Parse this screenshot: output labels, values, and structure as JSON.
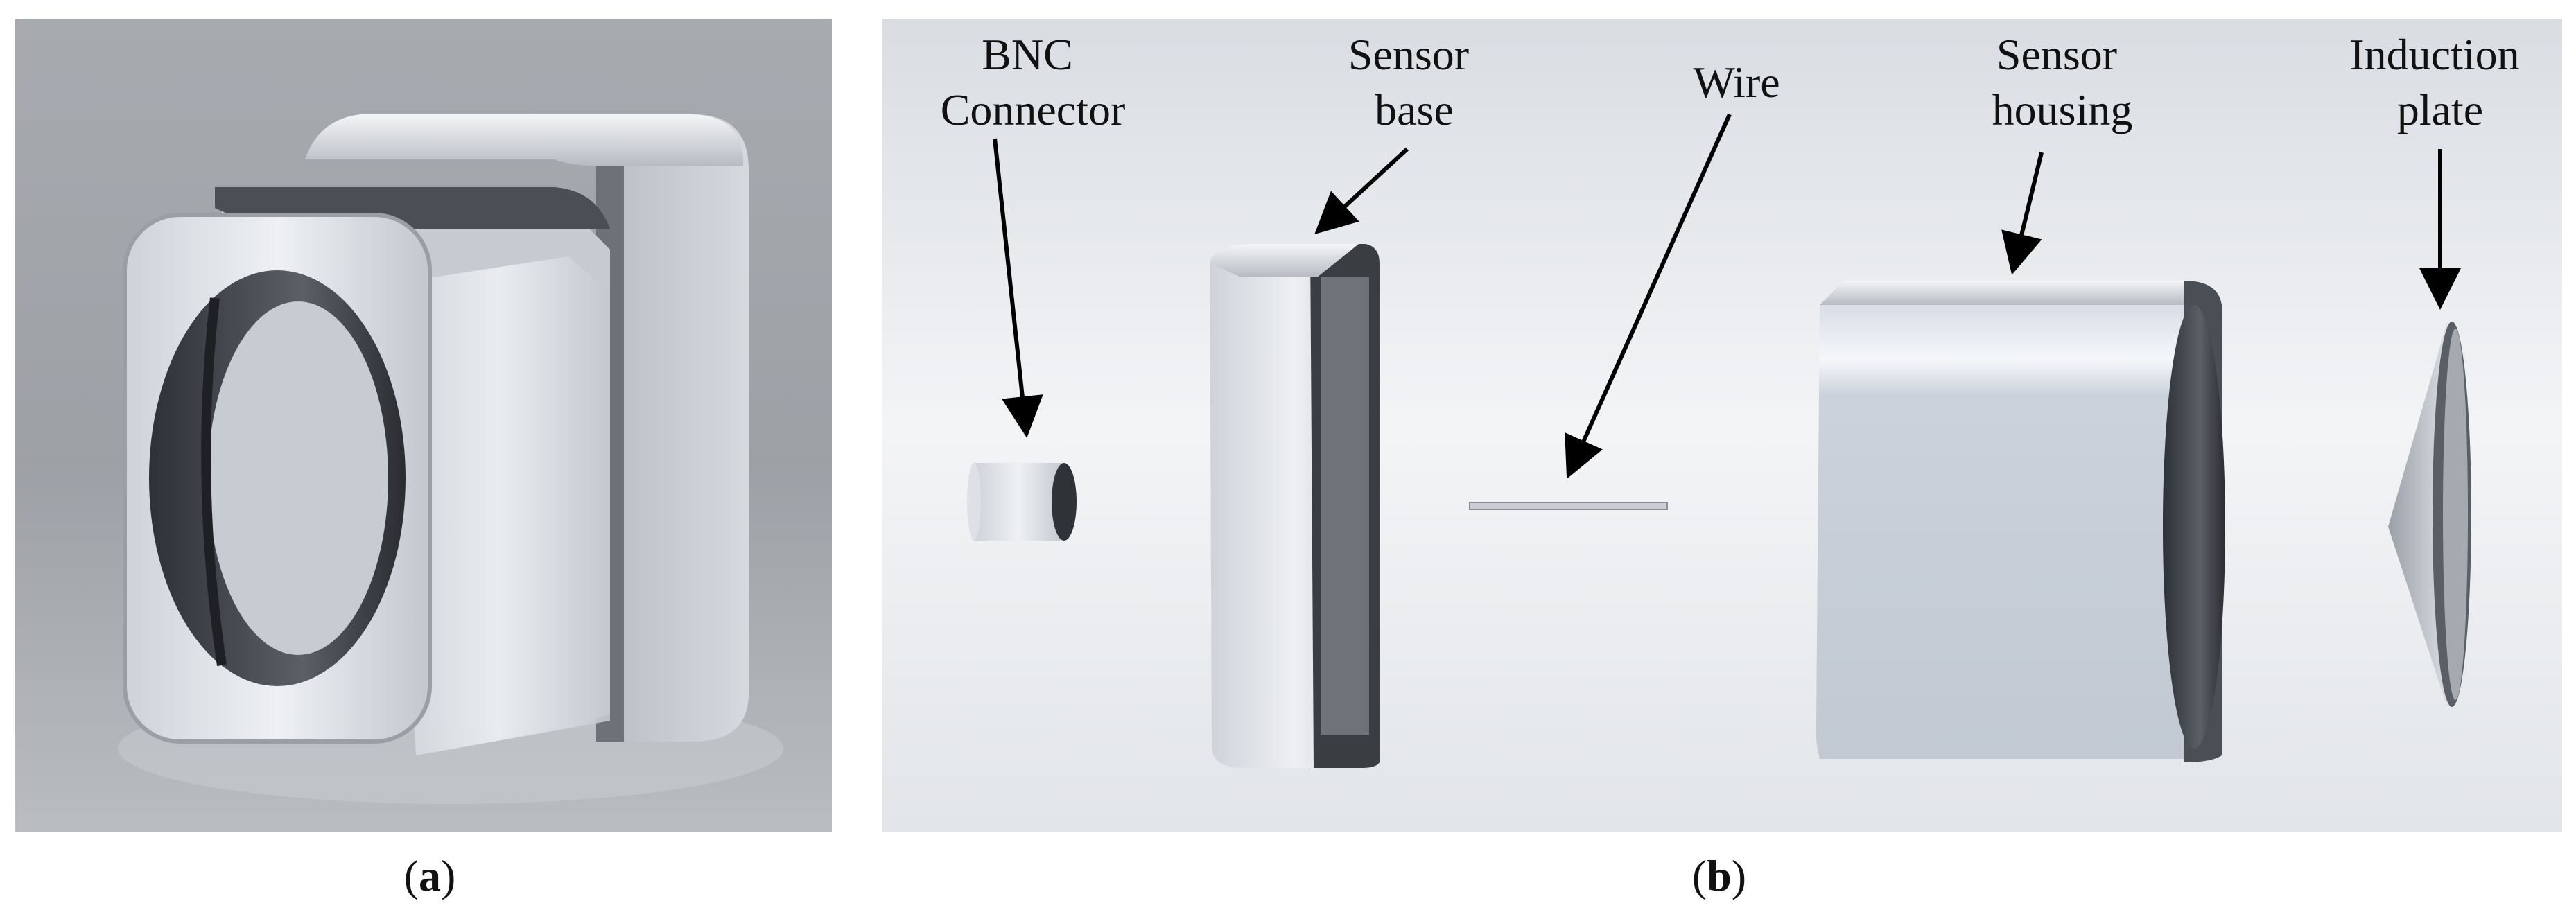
{
  "figure": {
    "panel_a": {
      "caption_open": "(",
      "caption_letter": "a",
      "caption_close": ")"
    },
    "panel_b": {
      "caption_open": "(",
      "caption_letter": "b",
      "caption_close": ")",
      "labels": [
        {
          "id": "bnc",
          "lines": [
            "BNC",
            "Connector"
          ]
        },
        {
          "id": "base",
          "lines": [
            "Sensor",
            "base"
          ]
        },
        {
          "id": "wire",
          "lines": [
            "Wire"
          ]
        },
        {
          "id": "housing",
          "lines": [
            "Sensor",
            "housing"
          ]
        },
        {
          "id": "plate",
          "lines": [
            "Induction",
            "plate"
          ]
        }
      ]
    }
  },
  "colors": {
    "background_a": "#9fa3a8",
    "background_b": "#eceef1",
    "metal_light": "#e4e7ec",
    "metal_mid": "#b8bcc3",
    "metal_dark": "#3c3f44",
    "arrow": "#000000",
    "text": "#111111"
  }
}
